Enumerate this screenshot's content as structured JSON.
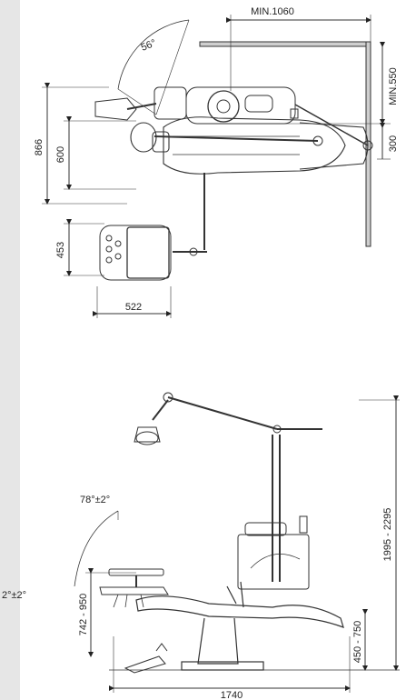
{
  "top_view": {
    "dimensions": {
      "min_width": "MIN.1060",
      "angle": "56°",
      "min_clearance": "MIN.550",
      "offset": "300",
      "overall_depth": "866",
      "chair_width": "600",
      "tray_depth": "453",
      "tray_width": "522"
    }
  },
  "side_view": {
    "dimensions": {
      "backrest_angle": "78°±2°",
      "tilt_angle": "2°±2°",
      "tray_height": "742 - 950",
      "light_height": "1995 - 2295",
      "seat_height": "450 - 750",
      "overall_length": "1740"
    }
  }
}
